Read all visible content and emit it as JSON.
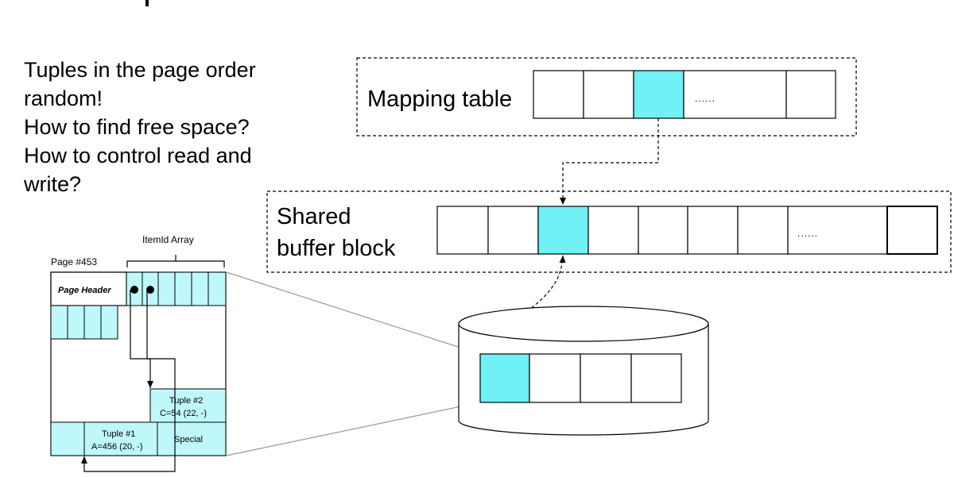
{
  "questions": [
    "Tuples in the page order",
    "random!",
    "How to find free space?",
    "How to control read and",
    "write?"
  ],
  "mapping": {
    "label": "Mapping table",
    "ellipsis": "......"
  },
  "buffer": {
    "label_line1": "Shared",
    "label_line2": "buffer block",
    "ellipsis": "......"
  },
  "page": {
    "itemid_label": "ItemId Array",
    "page_number": "Page #453",
    "header_label": "Page Header",
    "tuple2_line1": "Tuple #2",
    "tuple2_line2": "C=54 (22, -)",
    "tuple1_line1": "Tuple #1",
    "tuple1_line2": "A=456 (20, -)",
    "special_label": "Special"
  },
  "colors": {
    "highlight": "#6ff1f5",
    "light_cell": "#bff8fa",
    "stroke": "#000000"
  }
}
